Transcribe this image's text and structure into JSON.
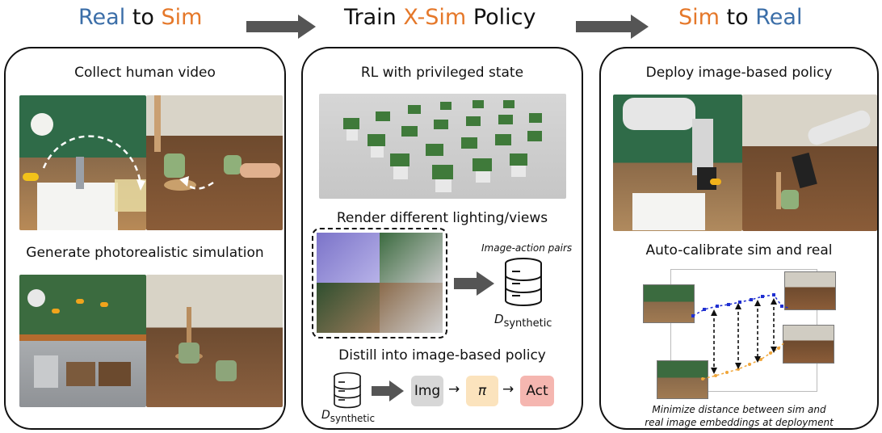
{
  "colors": {
    "blue": "#3b6ea8",
    "orange": "#e5782a",
    "arrow": "#555555",
    "img_chip": "#d7d7d7",
    "pi_chip": "#fbe3bd",
    "act_chip": "#f5b6b0",
    "sim_series": "#1f2fd1",
    "real_series": "#f0a63a"
  },
  "header": {
    "left": {
      "word1": "Real",
      "word2": "to",
      "word3": "Sim"
    },
    "center": {
      "word1": "Train",
      "word2": "X-Sim",
      "word3": "Policy"
    },
    "right": {
      "word1": "Sim",
      "word2": "to",
      "word3": "Real"
    }
  },
  "panel_left": {
    "caption_top": "Collect human video",
    "caption_bottom": "Generate photorealistic simulation"
  },
  "panel_center": {
    "caption_rl": "RL with privileged state",
    "caption_render": "Render different lighting/views",
    "pairs_label": "Image-action pairs",
    "dataset_symbol": "D",
    "dataset_sub": "synthetic",
    "caption_distill": "Distill into image-based policy",
    "chip_img": "Img",
    "chip_pi": "π",
    "chip_act": "Act",
    "small_arrow": "→"
  },
  "panel_right": {
    "caption_top": "Deploy image-based policy",
    "caption_calib": "Auto-calibrate sim and real",
    "note_line1": "Minimize distance between sim and",
    "note_line2": "real image embeddings at deployment"
  },
  "icons": [
    "database-icon",
    "right-arrow-icon"
  ]
}
